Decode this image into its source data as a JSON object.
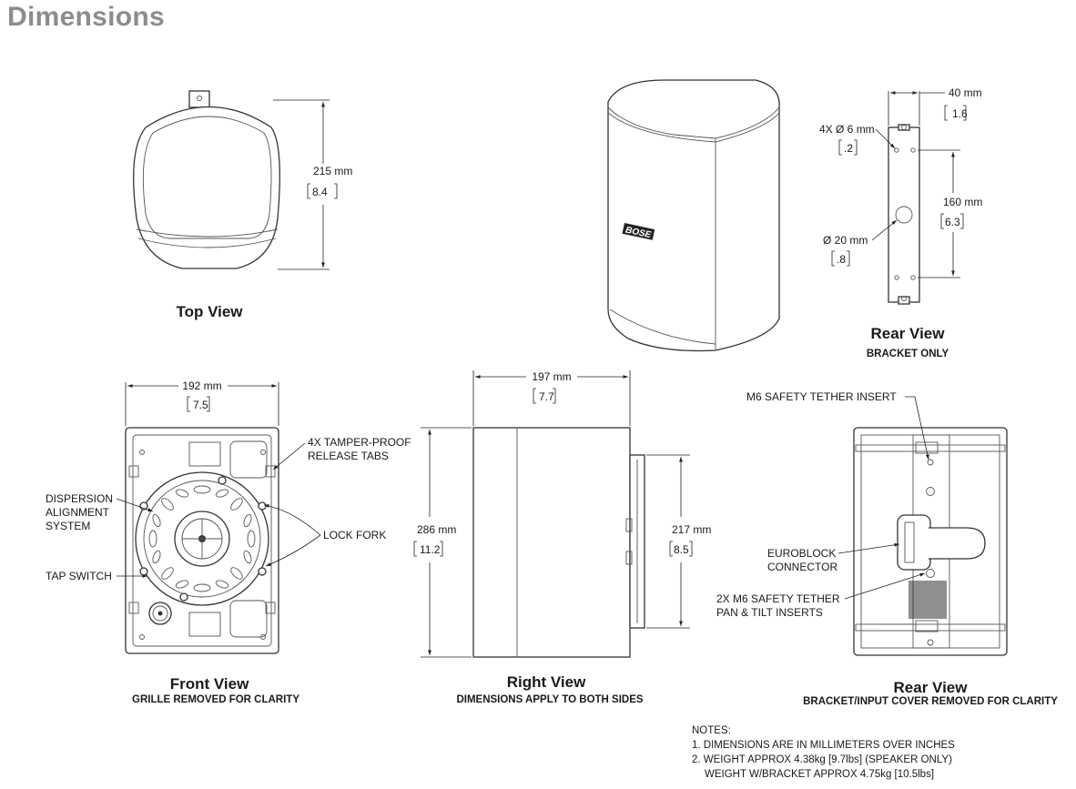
{
  "title": "Dimensions",
  "views": {
    "top": {
      "caption": "Top View",
      "depth_mm": "215 mm",
      "depth_in": "8.4"
    },
    "speaker_iso": {
      "logo": "BOSE"
    },
    "rear_bracket": {
      "caption": "Rear View",
      "subcaption": "BRACKET ONLY",
      "width_mm": "40 mm",
      "width_in": "1.6",
      "hole_label": "4X Ø 6 mm",
      "hole_in": ".2",
      "hole_spacing_mm": "160 mm",
      "hole_spacing_in": "6.3",
      "center_hole_label": "Ø 20 mm",
      "center_hole_in": ".8"
    },
    "front": {
      "caption": "Front View",
      "subcaption": "GRILLE REMOVED FOR CLARITY",
      "width_mm": "192 mm",
      "width_in": "7.5",
      "label_tabs_1": "4X TAMPER-PROOF",
      "label_tabs_2": "RELEASE TABS",
      "label_dispersion_1": "DISPERSION",
      "label_dispersion_2": "ALIGNMENT",
      "label_dispersion_3": "SYSTEM",
      "label_lock": "LOCK FORK",
      "label_tap": "TAP SWITCH"
    },
    "right": {
      "caption": "Right View",
      "subcaption": "DIMENSIONS APPLY TO BOTH SIDES",
      "depth_mm": "197 mm",
      "depth_in": "7.7",
      "height_mm": "286 mm",
      "height_in": "11.2",
      "bracket_height_mm": "217 mm",
      "bracket_height_in": "8.5"
    },
    "rear": {
      "caption": "Rear View",
      "subcaption": "BRACKET/INPUT COVER REMOVED FOR CLARITY",
      "label_tether": "M6 SAFETY TETHER INSERT",
      "label_euro_1": "EUROBLOCK",
      "label_euro_2": "CONNECTOR",
      "label_pan_1": "2X M6 SAFETY TETHER",
      "label_pan_2": "PAN & TILT INSERTS"
    }
  },
  "notes": {
    "heading": "NOTES:",
    "line1": "1. DIMENSIONS ARE IN MILLIMETERS OVER INCHES",
    "line2": "2. WEIGHT APPROX 4.38kg [9.7lbs] (SPEAKER ONLY)",
    "line3": "WEIGHT W/BRACKET APPROX 4.75kg [10.5lbs]"
  }
}
